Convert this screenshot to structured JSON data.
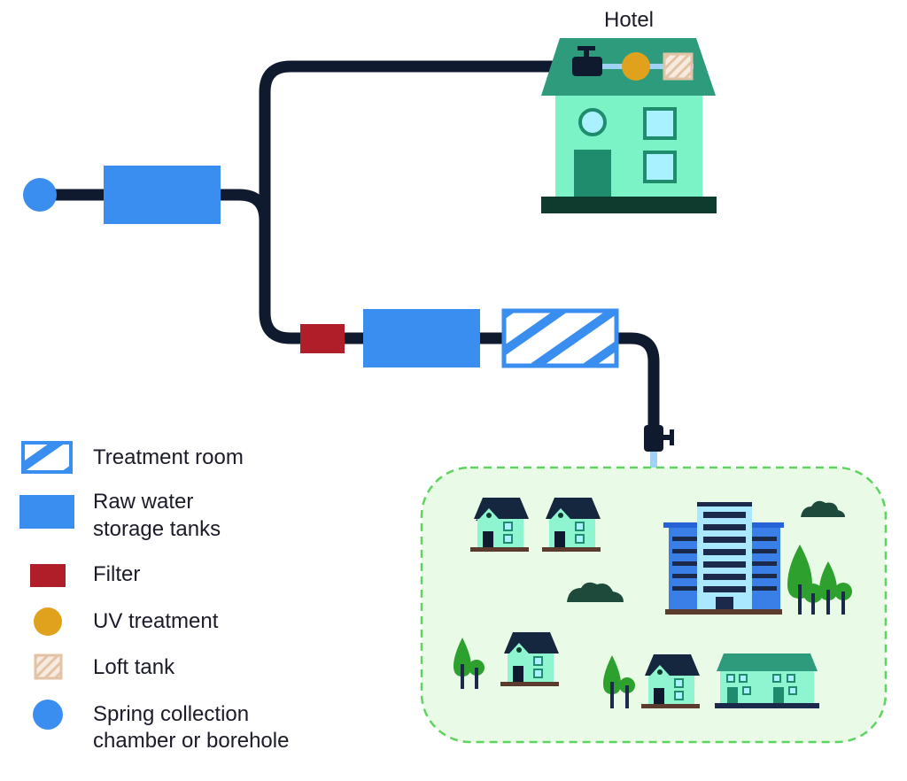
{
  "hotel": {
    "label": "Hotel"
  },
  "legend": {
    "treatment_room": "Treatment room",
    "raw_water_line1": "Raw water",
    "raw_water_line2": "storage tanks",
    "filter": "Filter",
    "uv_treatment": "UV treatment",
    "loft_tank": "Loft tank",
    "spring_line1": "Spring collection",
    "spring_line2": "chamber or borehole"
  },
  "colors": {
    "pipe": "#0f1a2e",
    "water_blue": "#3a8ef0",
    "filter_red": "#b01e2a",
    "uv_gold": "#e0a21d",
    "loft_tan": "#e8cdb5",
    "hotel_roof": "#2e9b7d",
    "hotel_wall": "#7cf3c6",
    "community_fill": "#e9fbe6",
    "community_border": "#5fd35f"
  }
}
